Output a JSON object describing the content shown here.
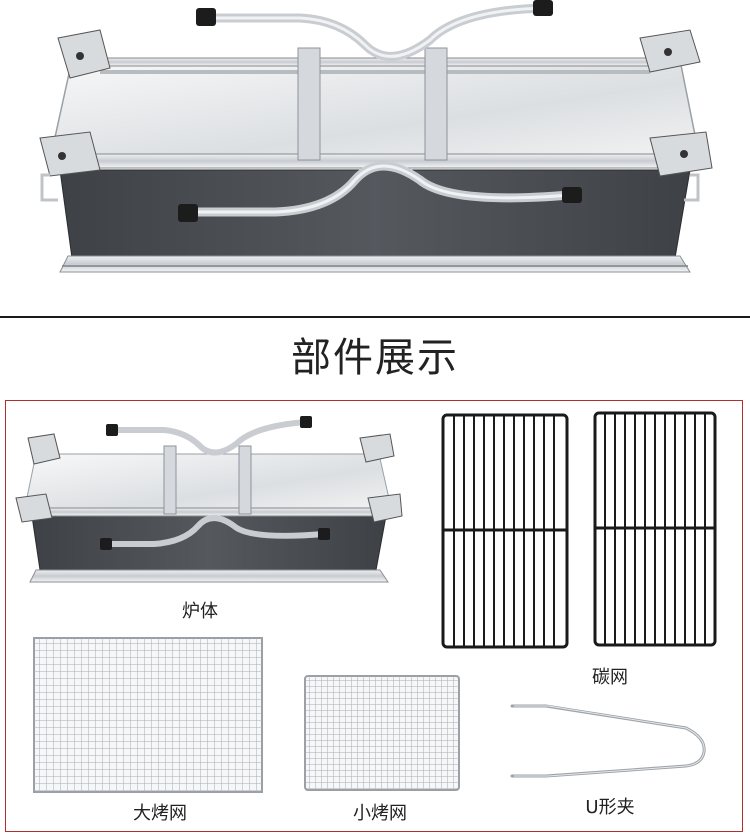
{
  "section_title": "部件展示",
  "parts": {
    "body": "炉体",
    "carbon_grill": "碳网",
    "large_mesh": "大烤网",
    "small_mesh": "小烤网",
    "u_clip": "U形夹"
  },
  "colors": {
    "frame_border": "#b03030",
    "steel": "#c9ccd0",
    "dark_panel": "#4a4d52",
    "handle_tip": "#1c1c1c"
  }
}
